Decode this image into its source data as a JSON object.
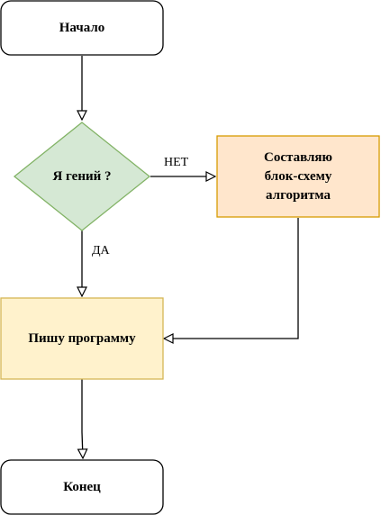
{
  "nodes": {
    "start": {
      "label": "Начало"
    },
    "decision": {
      "label": "Я гений ?"
    },
    "compose": {
      "label": "Составляю\nблок-схему\nалгоритма"
    },
    "write": {
      "label": "Пишу программу"
    },
    "end": {
      "label": "Конец"
    }
  },
  "edges": {
    "no_label": "НЕТ",
    "yes_label": "ДА"
  },
  "colors": {
    "terminal_fill": "#ffffff",
    "terminal_stroke": "#000000",
    "decision_fill": "#d5e8d4",
    "decision_stroke": "#82b366",
    "compose_fill": "#ffe6cc",
    "compose_stroke": "#d79b00",
    "write_fill": "#fff2cc",
    "write_stroke": "#d6b656",
    "edge_stroke": "#000000"
  }
}
